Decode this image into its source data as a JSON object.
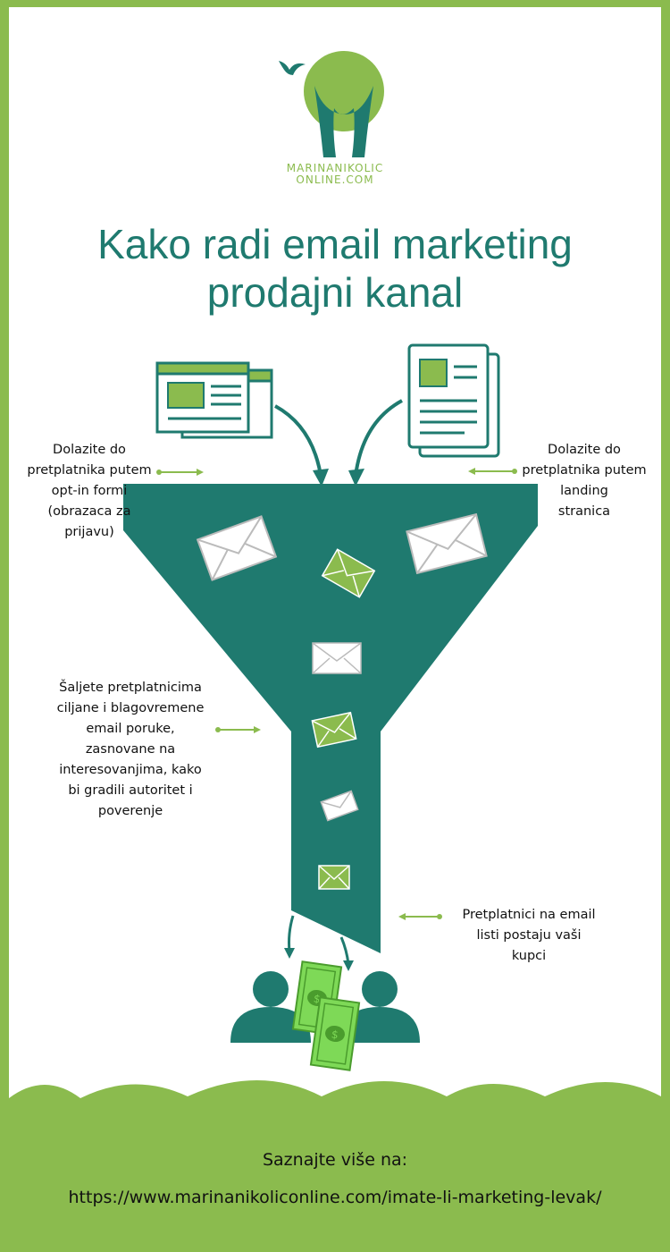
{
  "logo": {
    "line1": "MARINANIKOLIC",
    "line2": "ONLINE.COM"
  },
  "title": {
    "line1": "Kako radi email marketing",
    "line2": "prodajni kanal"
  },
  "captions": {
    "left_top": [
      "Dolazite do",
      "pretplatnika putem",
      "opt-in formi",
      "(obrazaca za",
      "prijavu)"
    ],
    "right_top": [
      "Dolazite do",
      "pretplatnika putem",
      "landing",
      "stranica"
    ],
    "left_middle": [
      "Šaljete pretplatnicima",
      "ciljane i blagovremene",
      "email poruke,",
      "zasnovane na",
      "interesovanjima, kako",
      "bi gradili autoritet i",
      "poverenje"
    ],
    "right_bottom": [
      "Pretplatnici na email",
      "listi postaju vaši",
      "kupci"
    ]
  },
  "footer": {
    "label": "Saznajte više na:",
    "url": "https://www.marinanikoliconline.com/imate-li-marketing-levak/"
  },
  "colors": {
    "teal": "#1f7a6f",
    "green": "#8bbb4e",
    "white": "#ffffff"
  },
  "icons": [
    "bird-icon",
    "browser-window-icon",
    "document-icon",
    "envelope-icon",
    "person-icon",
    "money-icon"
  ]
}
